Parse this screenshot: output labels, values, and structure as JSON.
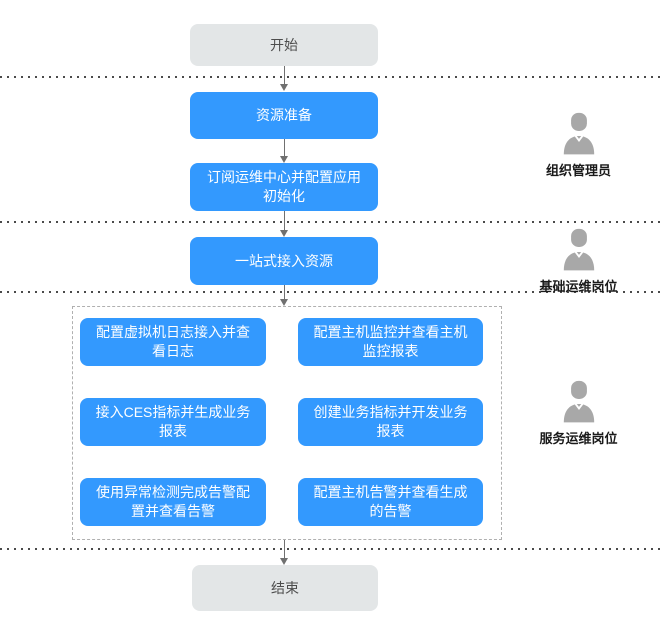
{
  "diagram": {
    "start_label": "开始",
    "end_label": "结束",
    "steps": [
      {
        "label": "资源准备"
      },
      {
        "label": "订阅运维中心并配置应用初始化"
      },
      {
        "label": "一站式接入资源"
      }
    ],
    "task_group": {
      "rows": [
        {
          "left": "配置虚拟机日志接入并查看日志",
          "right": "配置主机监控并查看主机监控报表"
        },
        {
          "left": "接入CES指标并生成业务报表",
          "right": "创建业务指标并开发业务报表"
        },
        {
          "left": "使用异常检测完成告警配置并查看告警",
          "right": "配置主机告警并查看生成的告警"
        }
      ]
    },
    "roles": [
      {
        "label": "组织管理员",
        "icon": "person-icon"
      },
      {
        "label": "基础运维岗位",
        "icon": "person-icon"
      },
      {
        "label": "服务运维岗位",
        "icon": "person-icon"
      }
    ],
    "colors": {
      "node_blue": "#3399fe",
      "node_gray": "#e3e6e7",
      "separator": "#4a4a4a",
      "dashed_border": "#b0b0b0",
      "arrow": "#707070",
      "icon_gray": "#a8a8a8"
    }
  }
}
